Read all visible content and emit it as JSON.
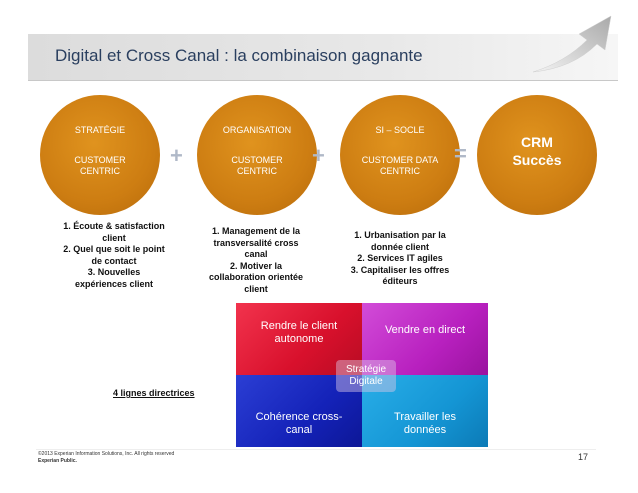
{
  "slide": {
    "title": "Digital et Cross Canal : la combinaison gagnante",
    "page_number": "17",
    "copyright": "©2013 Experian Information Solutions, Inc. All rights reserved",
    "classification": "Experian Public."
  },
  "pillars": [
    {
      "heading": "STRATÉGIE",
      "subtitle_lines": [
        "CUSTOMER",
        "CENTRIC"
      ]
    },
    {
      "heading": "ORGANISATION",
      "subtitle_lines": [
        "CUSTOMER",
        "CENTRIC"
      ]
    },
    {
      "heading": "SI – SOCLE",
      "subtitle_lines": [
        "CUSTOMER DATA",
        "CENTRIC"
      ]
    }
  ],
  "result": {
    "lines": [
      "CRM",
      "Succès"
    ]
  },
  "operators": {
    "plus": "+",
    "equals": "="
  },
  "lists": [
    [
      "1.  Écoute & satisfaction",
      "client",
      "2.  Quel que soit le point",
      "de contact",
      "3.  Nouvelles",
      "expériences client"
    ],
    [
      "1.  Management de la",
      "transversalité cross",
      "canal",
      "2.  Motiver la",
      "collaboration orientée",
      "client"
    ],
    [
      "1.  Urbanisation par la",
      "donnée client",
      "2.  Services IT agiles",
      "3.  Capitaliser les offres",
      "éditeurs"
    ]
  ],
  "matrix": {
    "top_left": [
      "Rendre le client",
      "autonome"
    ],
    "top_right": [
      "Vendre en direct"
    ],
    "bottom_left": [
      "Cohérence cross-",
      "canal"
    ],
    "bottom_right": [
      "Travailler les",
      "données"
    ],
    "center": [
      "Stratégie",
      "Digitale"
    ],
    "colors": {
      "red": "#d8102c",
      "magenta": "#b820bf",
      "blue": "#1422b8",
      "cyan": "#1495d4"
    }
  },
  "guidelines_label": "4 lignes directrices",
  "colors": {
    "circle": "#cd7d12",
    "title": "#2a3f5f",
    "operator": "#b0b9c8"
  }
}
